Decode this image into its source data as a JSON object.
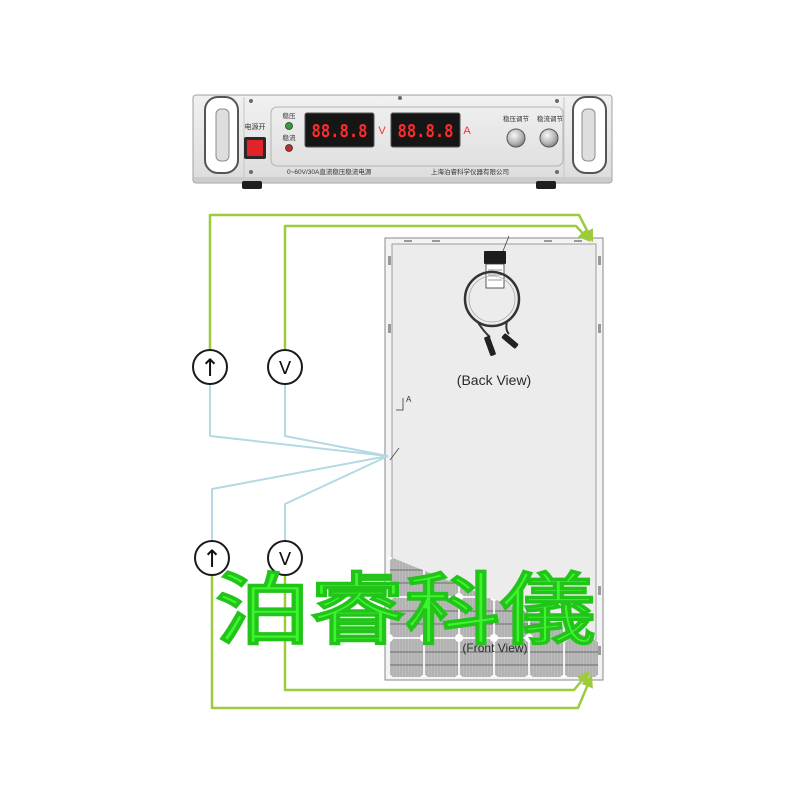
{
  "power_supply": {
    "switch_label": "电源开",
    "indicators": [
      {
        "label": "稳压",
        "color": "#2f9e3f"
      },
      {
        "label": "稳流",
        "color": "#c42a2a"
      }
    ],
    "displays": [
      {
        "reading": "88.8.8",
        "unit": "V"
      },
      {
        "reading": "88.8.8",
        "unit": "A"
      }
    ],
    "knobs": [
      {
        "label": "稳压调节"
      },
      {
        "label": "稳流调节"
      }
    ],
    "model": "0~60V/30A直流稳压稳流电源",
    "maker": "上海泊睿科学仪器有限公司"
  },
  "meters": {
    "upper": [
      {
        "symbol": "↑"
      },
      {
        "symbol": "V"
      }
    ],
    "lower": [
      {
        "symbol": "↑"
      },
      {
        "symbol": "V"
      }
    ]
  },
  "panel": {
    "back_view_label": "(Back View)",
    "marker_label": "A",
    "front_view_label": "(Front View)"
  },
  "watermark": "泊睿科儀",
  "colors": {
    "wire_green": "#9ccc3c",
    "wire_blue": "#b3d9e3",
    "watermark": "#3df52f",
    "display_text": "#ff2b2b",
    "switch_red": "#e3232a"
  }
}
